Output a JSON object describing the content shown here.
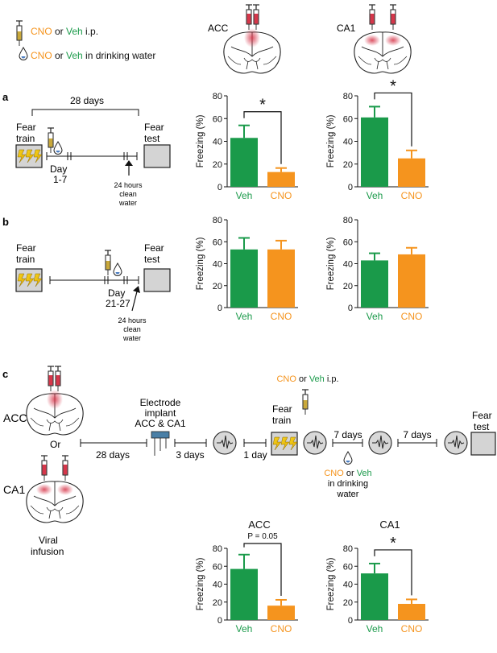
{
  "colors": {
    "veh": "#1a9a4a",
    "cno": "#f5941e",
    "black": "#111111",
    "box": "#d4d4d4",
    "red": "#d6364a"
  },
  "legend": {
    "line1": {
      "a": "CNO",
      "or": " or ",
      "b": "Veh",
      "tail": " i.p."
    },
    "line2": {
      "a": "CNO",
      "or": " or ",
      "b": "Veh",
      "tail": " in drinking water"
    }
  },
  "brains": {
    "acc_label": "ACC",
    "ca1_label": "CA1"
  },
  "panel_a": {
    "letter": "a",
    "span": "28 days",
    "train": [
      "Fear",
      "train"
    ],
    "test": [
      "Fear",
      "test"
    ],
    "day": [
      "Day",
      "1-7"
    ],
    "note": [
      "24 hours",
      "clean",
      "water"
    ]
  },
  "panel_b": {
    "letter": "b",
    "train": [
      "Fear",
      "train"
    ],
    "test": [
      "Fear",
      "test"
    ],
    "day": [
      "Day",
      "21-27"
    ],
    "note": [
      "24 hours",
      "clean",
      "water"
    ]
  },
  "panel_c": {
    "letter": "c",
    "acc": "ACC",
    "or": "Or",
    "ca1": "CA1",
    "viral": [
      "Viral",
      "infusion"
    ],
    "d28": "28 days",
    "implant": [
      "Electrode",
      "implant",
      "ACC & CA1"
    ],
    "d3": "3 days",
    "d1": "1 day",
    "ip": {
      "a": "CNO",
      "or": " or ",
      "b": "Veh",
      "tail": " i.p."
    },
    "train": [
      "Fear",
      "train"
    ],
    "d7a": "7 days",
    "d7b": "7 days",
    "test": [
      "Fear",
      "test"
    ],
    "water": {
      "a": "CNO",
      "or": " or ",
      "b": "Veh",
      "l2": "in drinking",
      "l3": "water"
    }
  },
  "chart_data": [
    {
      "type": "bar",
      "id": "a-acc",
      "ylabel": "Freezing (%)",
      "ylim": [
        0,
        80
      ],
      "yticks": [
        0,
        20,
        40,
        60,
        80
      ],
      "categories": [
        "Veh",
        "CNO"
      ],
      "values": [
        43,
        13
      ],
      "errors": [
        11,
        3.5
      ],
      "significance": "*"
    },
    {
      "type": "bar",
      "id": "a-ca1",
      "ylabel": "Freezing (%)",
      "ylim": [
        0,
        80
      ],
      "yticks": [
        0,
        20,
        40,
        60,
        80
      ],
      "categories": [
        "Veh",
        "CNO"
      ],
      "values": [
        61,
        25
      ],
      "errors": [
        9.5,
        7
      ],
      "significance": "*"
    },
    {
      "type": "bar",
      "id": "b-acc",
      "ylabel": "Freezing (%)",
      "ylim": [
        0,
        80
      ],
      "yticks": [
        0,
        20,
        40,
        60,
        80
      ],
      "categories": [
        "Veh",
        "CNO"
      ],
      "values": [
        53,
        53
      ],
      "errors": [
        10.5,
        8
      ],
      "significance": ""
    },
    {
      "type": "bar",
      "id": "b-ca1",
      "ylabel": "Freezing (%)",
      "ylim": [
        0,
        80
      ],
      "yticks": [
        0,
        20,
        40,
        60,
        80
      ],
      "categories": [
        "Veh",
        "CNO"
      ],
      "values": [
        43,
        48.5
      ],
      "errors": [
        6.5,
        6
      ],
      "significance": ""
    },
    {
      "type": "bar",
      "id": "c-acc",
      "title": "ACC",
      "ylabel": "Freezing (%)",
      "ylim": [
        0,
        80
      ],
      "yticks": [
        0,
        20,
        40,
        60,
        80
      ],
      "categories": [
        "Veh",
        "CNO"
      ],
      "values": [
        57,
        16
      ],
      "errors": [
        16,
        6.5
      ],
      "significance": "P = 0.05"
    },
    {
      "type": "bar",
      "id": "c-ca1",
      "title": "CA1",
      "ylabel": "Freezing (%)",
      "ylim": [
        0,
        80
      ],
      "yticks": [
        0,
        20,
        40,
        60,
        80
      ],
      "categories": [
        "Veh",
        "CNO"
      ],
      "values": [
        52,
        18
      ],
      "errors": [
        11,
        5
      ],
      "significance": "*"
    }
  ]
}
